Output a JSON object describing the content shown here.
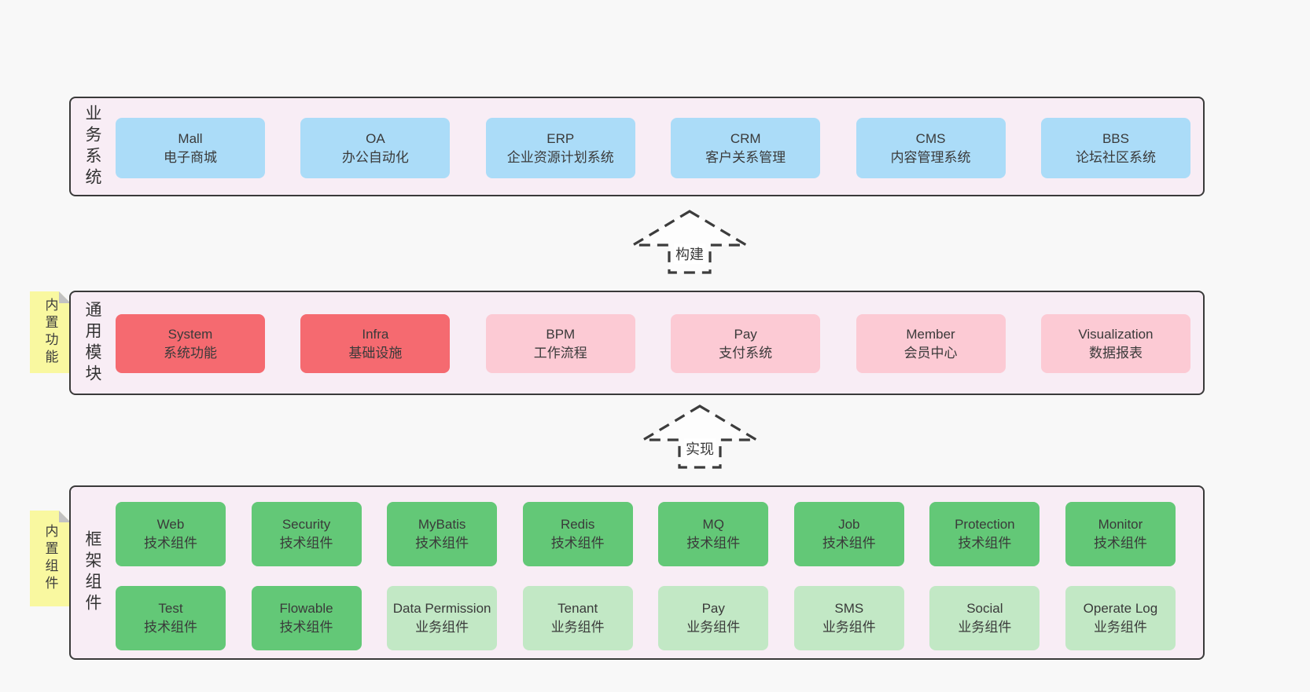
{
  "sections": {
    "business": {
      "label": "业务系统",
      "items": [
        {
          "title": "Mall",
          "subtitle": "电子商城"
        },
        {
          "title": "OA",
          "subtitle": "办公自动化"
        },
        {
          "title": "ERP",
          "subtitle": "企业资源计划系统"
        },
        {
          "title": "CRM",
          "subtitle": "客户关系管理"
        },
        {
          "title": "CMS",
          "subtitle": "内容管理系统"
        },
        {
          "title": "BBS",
          "subtitle": "论坛社区系统"
        }
      ]
    },
    "modules": {
      "label": "通用模块",
      "sticky": "内置功能",
      "items": [
        {
          "title": "System",
          "subtitle": "系统功能"
        },
        {
          "title": "Infra",
          "subtitle": "基础设施"
        },
        {
          "title": "BPM",
          "subtitle": "工作流程"
        },
        {
          "title": "Pay",
          "subtitle": "支付系统"
        },
        {
          "title": "Member",
          "subtitle": "会员中心"
        },
        {
          "title": "Visualization",
          "subtitle": "数据报表"
        }
      ]
    },
    "components": {
      "label": "框架组件",
      "sticky": "内置组件",
      "row1": [
        {
          "title": "Web",
          "subtitle": "技术组件"
        },
        {
          "title": "Security",
          "subtitle": "技术组件"
        },
        {
          "title": "MyBatis",
          "subtitle": "技术组件"
        },
        {
          "title": "Redis",
          "subtitle": "技术组件"
        },
        {
          "title": "MQ",
          "subtitle": "技术组件"
        },
        {
          "title": "Job",
          "subtitle": "技术组件"
        },
        {
          "title": "Protection",
          "subtitle": "技术组件"
        },
        {
          "title": "Monitor",
          "subtitle": "技术组件"
        }
      ],
      "row2": [
        {
          "title": "Test",
          "subtitle": "技术组件"
        },
        {
          "title": "Flowable",
          "subtitle": "技术组件"
        },
        {
          "title": "Data Permission",
          "subtitle": "业务组件"
        },
        {
          "title": "Tenant",
          "subtitle": "业务组件"
        },
        {
          "title": "Pay",
          "subtitle": "业务组件"
        },
        {
          "title": "SMS",
          "subtitle": "业务组件"
        },
        {
          "title": "Social",
          "subtitle": "业务组件"
        },
        {
          "title": "Operate Log",
          "subtitle": "业务组件"
        }
      ]
    }
  },
  "arrows": {
    "build": "构建",
    "implement": "实现"
  },
  "colors": {
    "business_box": "#abdcf8",
    "core_module_box": "#f56a70",
    "optional_module_box": "#fccad4",
    "tech_component_box": "#63c877",
    "biz_component_box": "#c2e8c5",
    "panel_background": "#f8edf5",
    "sticky_note": "#f9f8a0"
  }
}
